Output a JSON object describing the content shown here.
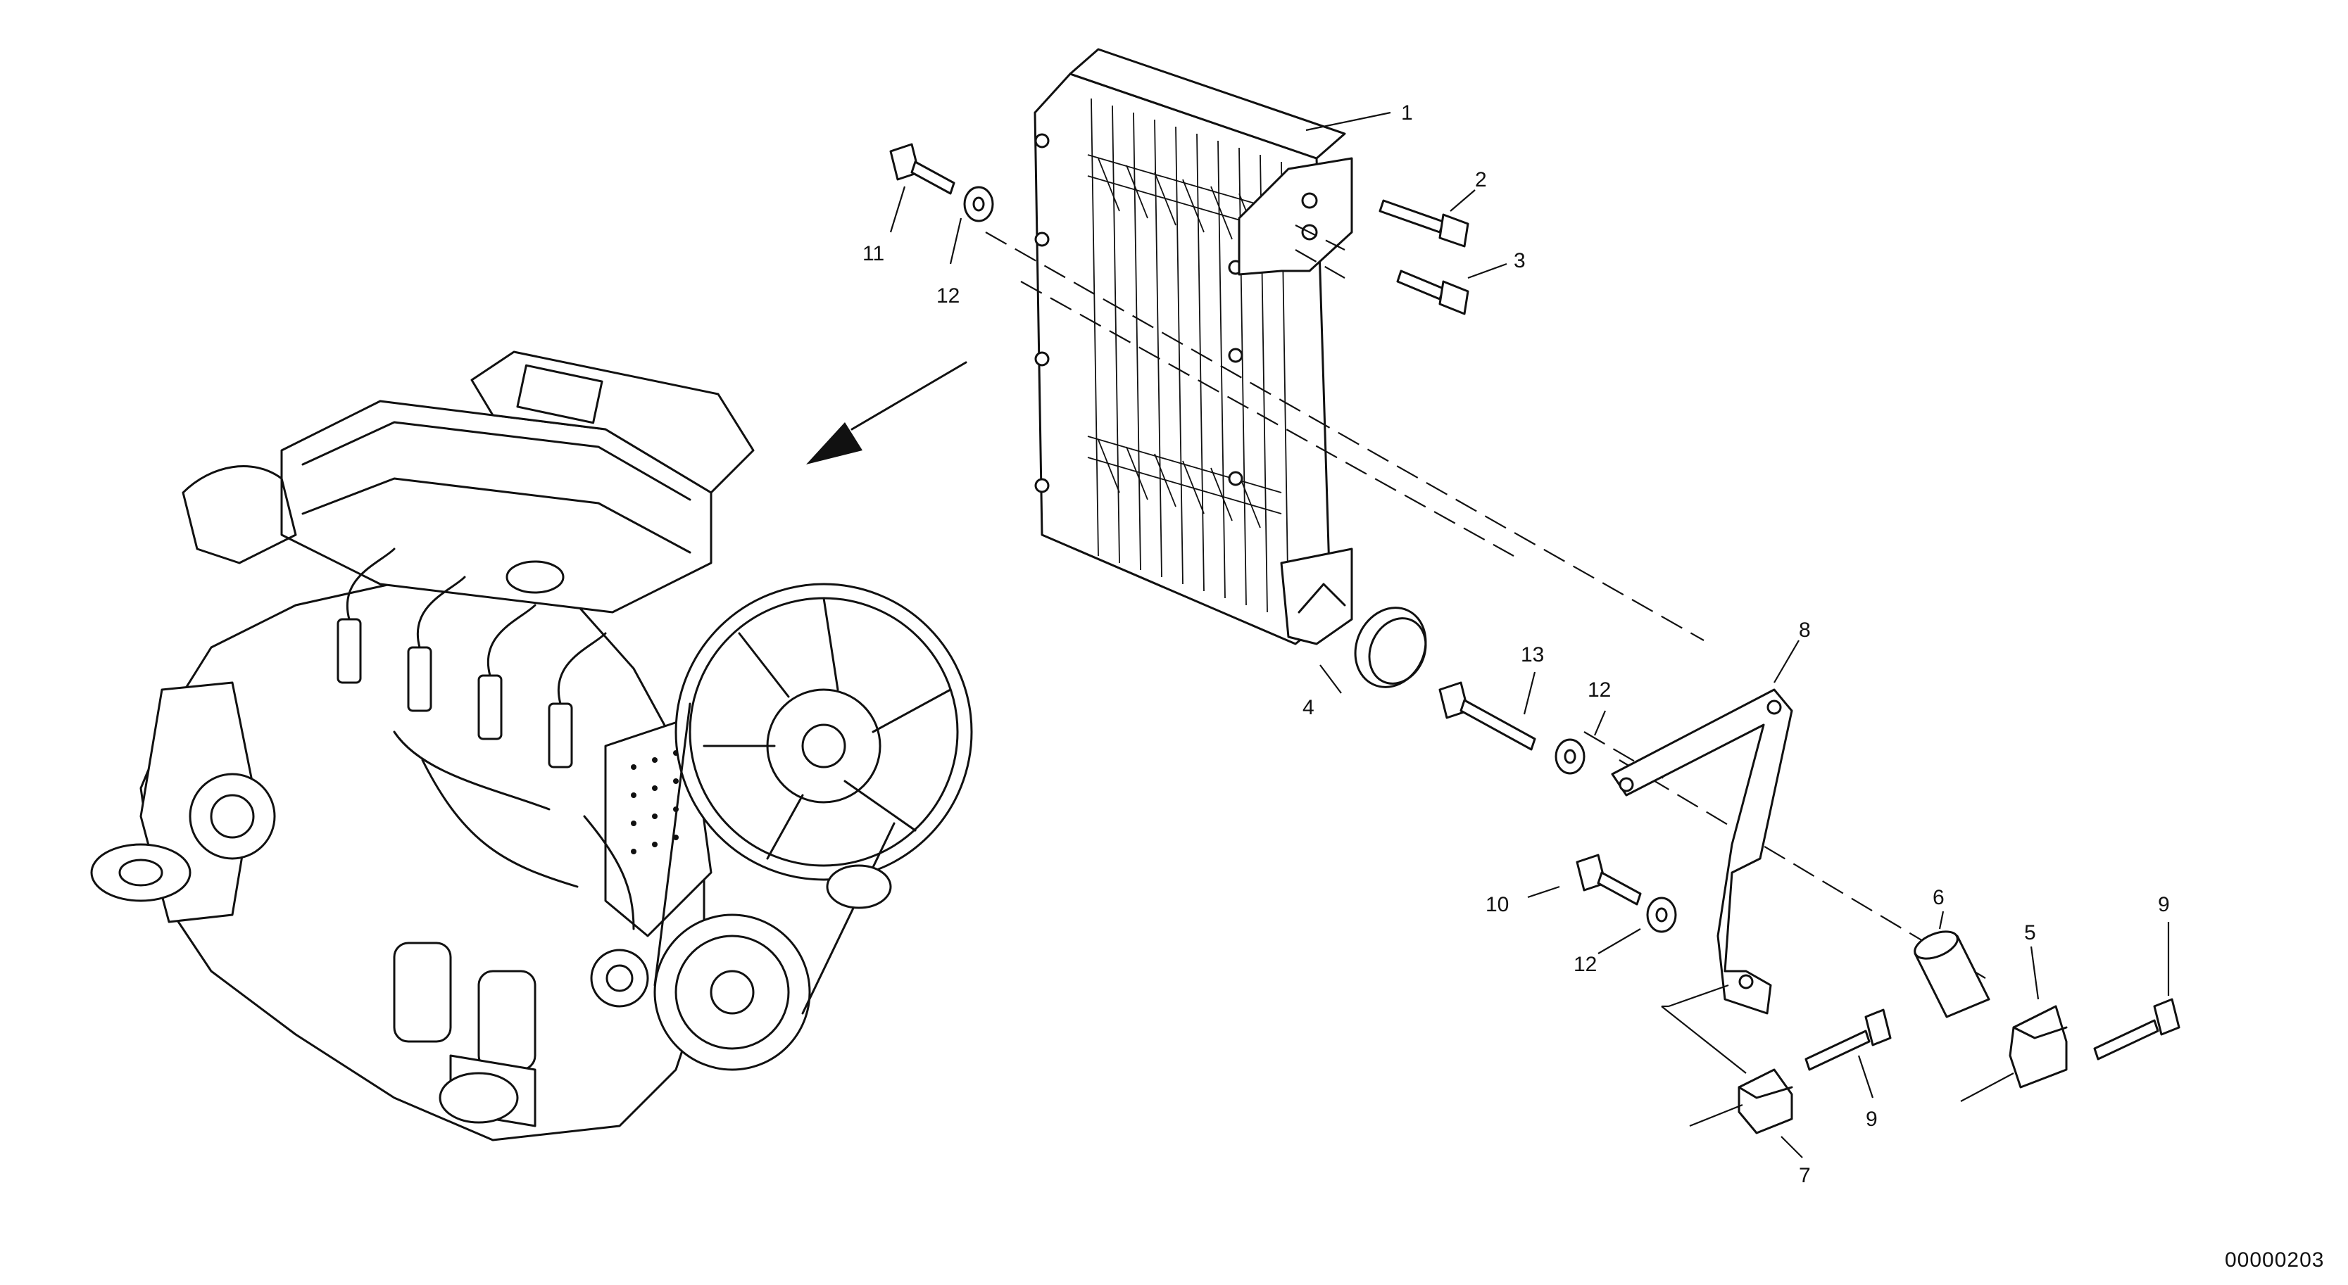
{
  "callouts": {
    "c1": "1",
    "c2": "2",
    "c3": "3",
    "c4": "4",
    "c5": "5",
    "c6": "6",
    "c7": "7",
    "c8": "8",
    "c9a": "9",
    "c9b": "9",
    "c10": "10",
    "c11": "11",
    "c12a": "12",
    "c12b": "12",
    "c12c": "12",
    "c13": "13"
  },
  "drawing_id": "00000203"
}
